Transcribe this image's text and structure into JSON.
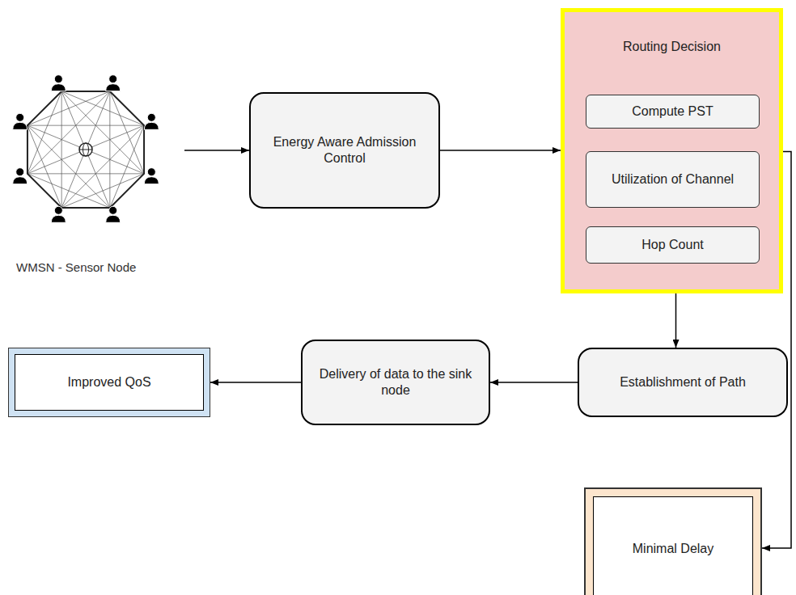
{
  "diagram": {
    "nodes": [
      {
        "text": [
          "WMSN - Sensor Node"
        ]
      },
      {
        "text": [
          "Energy Aware Admission Control"
        ]
      },
      {
        "text": [
          "Routing Decision"
        ]
      },
      {
        "text": [
          "Compute PST"
        ],
        "in": 2
      },
      {
        "text": [
          "Utilization of Channel"
        ],
        "in": 2
      },
      {
        "text": [
          "Hop Count"
        ],
        "in": 2
      },
      {
        "text": [
          "Establishment of Path"
        ]
      },
      {
        "text": [
          "Delivery of data to the sink node"
        ]
      },
      {
        "text": [
          "Improved QoS"
        ]
      },
      {
        "text": [
          "Minimal Delay"
        ]
      }
    ],
    "edges": [
      {
        "from": 0,
        "to": 1,
        "arrow": "to"
      },
      {
        "from": 1,
        "to": 2,
        "arrow": "to"
      },
      {
        "from": 2,
        "to": 6,
        "arrow": "to"
      },
      {
        "from": 6,
        "to": 7,
        "arrow": "to"
      },
      {
        "from": 7,
        "to": 8,
        "arrow": "to"
      },
      {
        "from": 2,
        "to": 9,
        "arrow": "to"
      }
    ]
  }
}
